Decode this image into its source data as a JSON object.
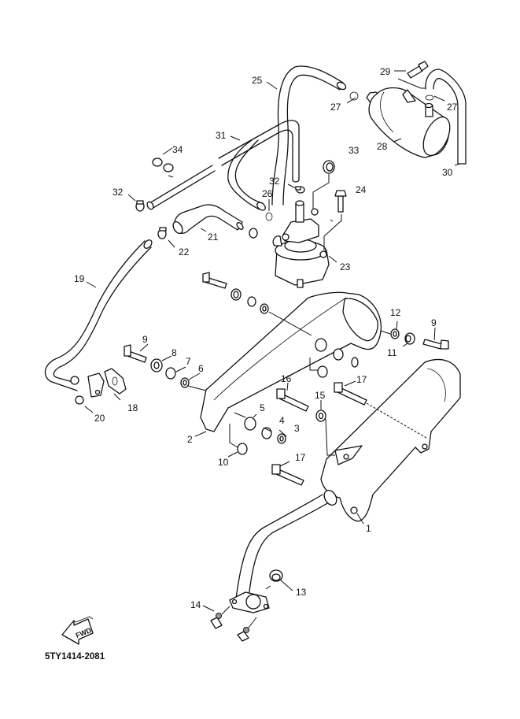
{
  "diagram": {
    "title": "Exhaust / Air induction system exploded parts diagram",
    "reference_code": "5TY1414-2081",
    "direction_indicator": "FWD",
    "callouts": [
      {
        "id": "c1",
        "label": "1",
        "part": "muffler-assembly"
      },
      {
        "id": "c2",
        "label": "2",
        "part": "muffler-protector"
      },
      {
        "id": "c3",
        "label": "3",
        "part": "washer"
      },
      {
        "id": "c4",
        "label": "4",
        "part": "collar"
      },
      {
        "id": "c5",
        "label": "5",
        "part": "damper"
      },
      {
        "id": "c6",
        "label": "6",
        "part": "washer"
      },
      {
        "id": "c7",
        "label": "7",
        "part": "collar"
      },
      {
        "id": "c8",
        "label": "8",
        "part": "washer"
      },
      {
        "id": "c9a",
        "label": "9",
        "part": "bolt"
      },
      {
        "id": "c9b",
        "label": "9",
        "part": "bolt"
      },
      {
        "id": "c10",
        "label": "10",
        "part": "damper"
      },
      {
        "id": "c11",
        "label": "11",
        "part": "collar"
      },
      {
        "id": "c12",
        "label": "12",
        "part": "washer"
      },
      {
        "id": "c13",
        "label": "13",
        "part": "gasket"
      },
      {
        "id": "c14",
        "label": "14",
        "part": "nut"
      },
      {
        "id": "c15",
        "label": "15",
        "part": "washer"
      },
      {
        "id": "c16",
        "label": "16",
        "part": "bolt"
      },
      {
        "id": "c17a",
        "label": "17",
        "part": "bolt"
      },
      {
        "id": "c17b",
        "label": "17",
        "part": "bolt"
      },
      {
        "id": "c18",
        "label": "18",
        "part": "gasket"
      },
      {
        "id": "c19",
        "label": "19",
        "part": "air-pipe"
      },
      {
        "id": "c20",
        "label": "20",
        "part": "nut"
      },
      {
        "id": "c21",
        "label": "21",
        "part": "hose-joint"
      },
      {
        "id": "c22",
        "label": "22",
        "part": "clip"
      },
      {
        "id": "c23",
        "label": "23",
        "part": "reed-valve-assembly"
      },
      {
        "id": "c24",
        "label": "24",
        "part": "bolt"
      },
      {
        "id": "c25",
        "label": "25",
        "part": "hose"
      },
      {
        "id": "c26",
        "label": "26",
        "part": "clip"
      },
      {
        "id": "c27a",
        "label": "27",
        "part": "clip"
      },
      {
        "id": "c27b",
        "label": "27",
        "part": "clip"
      },
      {
        "id": "c28",
        "label": "28",
        "part": "air-filter-case"
      },
      {
        "id": "c29",
        "label": "29",
        "part": "bolt"
      },
      {
        "id": "c30",
        "label": "30",
        "part": "hose"
      },
      {
        "id": "c31",
        "label": "31",
        "part": "hose"
      },
      {
        "id": "c32a",
        "label": "32",
        "part": "clip"
      },
      {
        "id": "c32b",
        "label": "32",
        "part": "clip"
      },
      {
        "id": "c33",
        "label": "33",
        "part": "clamp"
      },
      {
        "id": "c34",
        "label": "34",
        "part": "clamp"
      }
    ]
  }
}
